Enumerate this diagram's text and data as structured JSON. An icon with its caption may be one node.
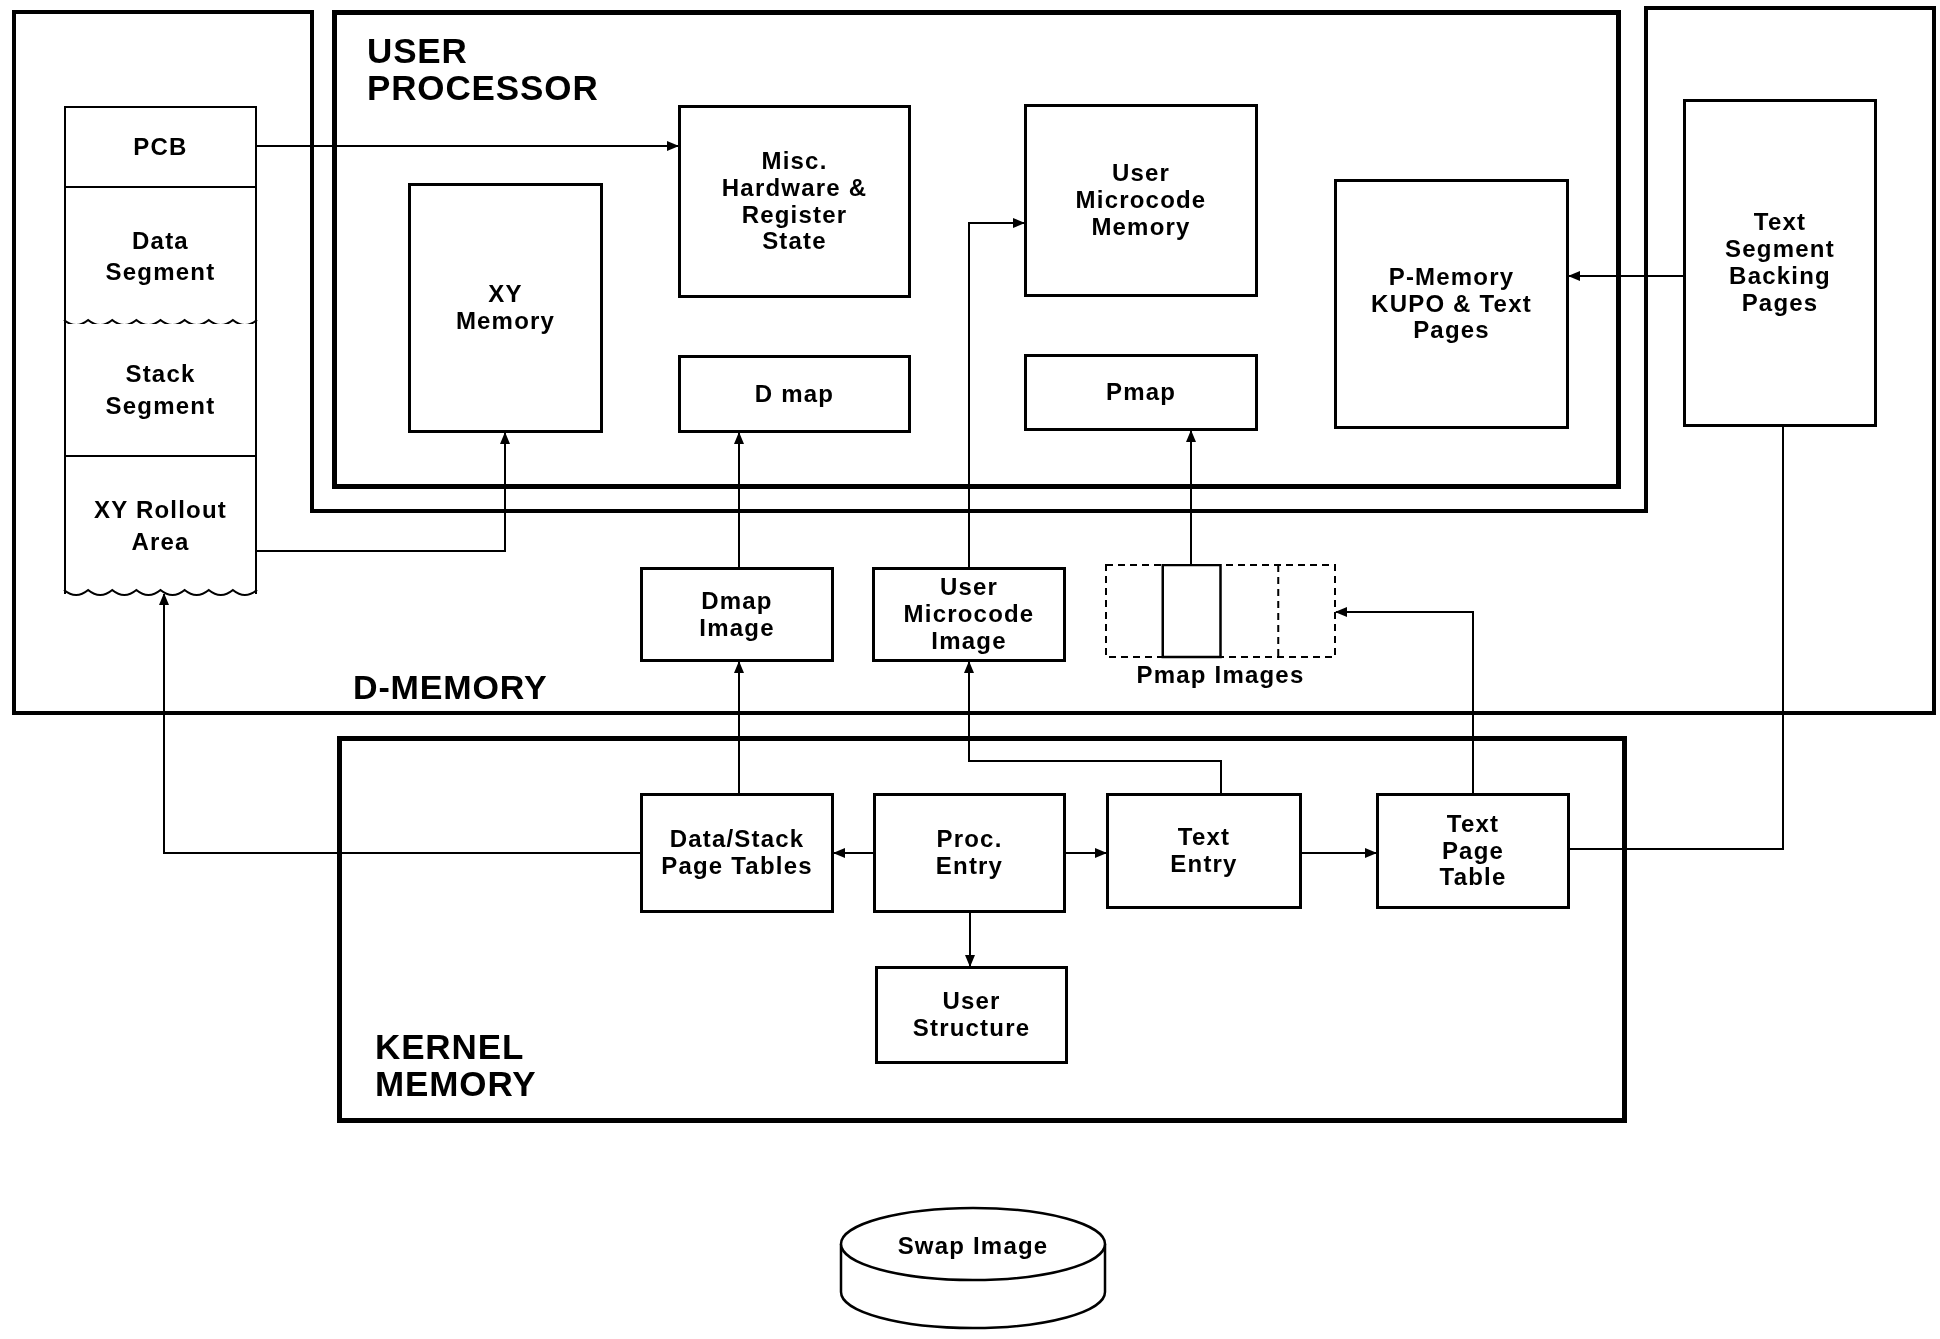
{
  "diagram": {
    "nodes": [
      {
        "text": [
          "D-MEMORY"
        ]
      },
      {
        "text": [
          "PCB"
        ],
        "in": 0
      },
      {
        "text": [
          "Data Segment"
        ],
        "in": 0
      },
      {
        "text": [
          "Stack Segment"
        ],
        "in": 0
      },
      {
        "text": [
          "XY Rollout Area"
        ],
        "in": 0
      },
      {
        "text": [
          "USER PROCESSOR"
        ]
      },
      {
        "text": [
          "XY Memory"
        ],
        "in": 5
      },
      {
        "text": [
          "Misc. Hardware & Register State"
        ],
        "in": 5
      },
      {
        "text": [
          "D map"
        ],
        "in": 5
      },
      {
        "text": [
          "User Microcode Memory"
        ],
        "in": 5
      },
      {
        "text": [
          "Pmap"
        ],
        "in": 5
      },
      {
        "text": [
          "P-Memory KUPO & Text Pages"
        ],
        "in": 5
      },
      {
        "text": [
          "Text Segment Backing Pages"
        ],
        "in": 0
      },
      {
        "text": [
          "Dmap Image"
        ],
        "in": 0
      },
      {
        "text": [
          "User Microcode Image"
        ],
        "in": 0
      },
      {
        "text": [
          "Pmap Images"
        ],
        "in": 0
      },
      {
        "text": [
          "KERNEL MEMORY"
        ]
      },
      {
        "text": [
          "Data/Stack Page Tables"
        ],
        "in": 16
      },
      {
        "text": [
          "Proc. Entry"
        ],
        "in": 16
      },
      {
        "text": [
          "Text Entry"
        ],
        "in": 16
      },
      {
        "text": [
          "Text Page Table"
        ],
        "in": 16
      },
      {
        "text": [
          "User Structure"
        ],
        "in": 16
      },
      {
        "text": [
          "Swap Image"
        ]
      }
    ],
    "edges": [
      {
        "from": 1,
        "to": 7,
        "arrow": "to"
      },
      {
        "from": 4,
        "to": 6,
        "arrow": "to"
      },
      {
        "from": 13,
        "to": 8,
        "arrow": "to"
      },
      {
        "from": 14,
        "to": 9,
        "arrow": "to"
      },
      {
        "from": 15,
        "to": 10,
        "arrow": "to"
      },
      {
        "from": 12,
        "to": 11,
        "arrow": "to"
      },
      {
        "from": 17,
        "to": 13,
        "arrow": "to"
      },
      {
        "from": 17,
        "to": 4,
        "arrow": "to"
      },
      {
        "from": 18,
        "to": 17,
        "arrow": "to"
      },
      {
        "from": 18,
        "to": 19,
        "arrow": "to"
      },
      {
        "from": 18,
        "to": 21,
        "arrow": "to"
      },
      {
        "from": 19,
        "to": 14,
        "arrow": "to"
      },
      {
        "from": 19,
        "to": 20,
        "arrow": "to"
      },
      {
        "from": 20,
        "to": 15,
        "arrow": "to"
      },
      {
        "from": 20,
        "to": 12,
        "arrow": "none"
      }
    ]
  }
}
